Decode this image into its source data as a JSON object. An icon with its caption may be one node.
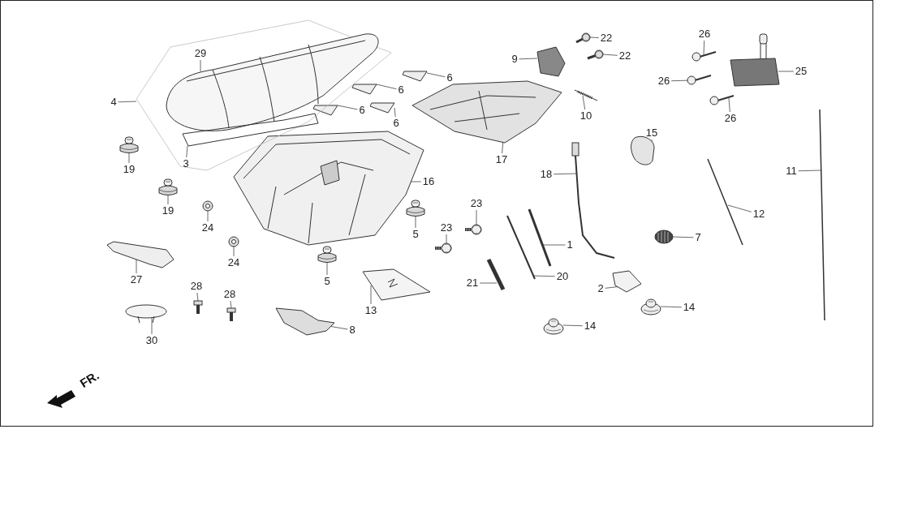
{
  "diagram": {
    "nodes": [
      {
        "text": [
          "29"
        ],
        "in": 43
      },
      {
        "text": [
          "4"
        ]
      },
      {
        "text": [
          "3"
        ],
        "in": 43
      },
      {
        "text": [
          "19"
        ]
      },
      {
        "text": [
          "19"
        ]
      },
      {
        "text": [
          "6"
        ]
      },
      {
        "text": [
          "6"
        ]
      },
      {
        "text": [
          "6"
        ]
      },
      {
        "text": [
          "6"
        ]
      },
      {
        "text": [
          "16"
        ]
      },
      {
        "text": [
          "24"
        ]
      },
      {
        "text": [
          "24"
        ]
      },
      {
        "text": [
          "27"
        ]
      },
      {
        "text": [
          "5"
        ]
      },
      {
        "text": [
          "5"
        ]
      },
      {
        "text": [
          "28"
        ]
      },
      {
        "text": [
          "28"
        ]
      },
      {
        "text": [
          "30"
        ]
      },
      {
        "text": [
          "8"
        ]
      },
      {
        "text": [
          "13"
        ]
      },
      {
        "text": [
          "23"
        ]
      },
      {
        "text": [
          "23"
        ]
      },
      {
        "text": [
          "9"
        ]
      },
      {
        "text": [
          "22"
        ]
      },
      {
        "text": [
          "22"
        ]
      },
      {
        "text": [
          "10"
        ]
      },
      {
        "text": [
          "17"
        ]
      },
      {
        "text": [
          "26"
        ]
      },
      {
        "text": [
          "26"
        ]
      },
      {
        "text": [
          "25"
        ]
      },
      {
        "text": [
          "26"
        ]
      },
      {
        "text": [
          "15"
        ]
      },
      {
        "text": [
          "18"
        ]
      },
      {
        "text": [
          "11"
        ]
      },
      {
        "text": [
          "12"
        ]
      },
      {
        "text": [
          "7"
        ]
      },
      {
        "text": [
          "1"
        ]
      },
      {
        "text": [
          "20"
        ]
      },
      {
        "text": [
          "21"
        ]
      },
      {
        "text": [
          "2"
        ]
      },
      {
        "text": [
          "14"
        ]
      },
      {
        "text": [
          "14"
        ]
      },
      {
        "text": [],
        "shape": "picture",
        "in": 43
      },
      {
        "text": [],
        "shape": "picture"
      },
      {
        "text": [],
        "shape": "picture",
        "in": 43
      },
      {
        "text": [],
        "shape": "picture"
      },
      {
        "text": [],
        "shape": "picture"
      },
      {
        "text": [],
        "shape": "picture"
      },
      {
        "text": [],
        "shape": "picture"
      },
      {
        "text": [],
        "shape": "picture"
      },
      {
        "text": [],
        "shape": "picture"
      },
      {
        "text": [],
        "shape": "picture"
      },
      {
        "text": [],
        "shape": "picture"
      },
      {
        "text": [],
        "shape": "picture"
      },
      {
        "text": [],
        "shape": "picture"
      },
      {
        "text": [],
        "shape": "picture"
      },
      {
        "text": [],
        "shape": "picture"
      },
      {
        "text": [],
        "shape": "picture"
      },
      {
        "text": [],
        "shape": "picture"
      },
      {
        "text": [],
        "shape": "picture"
      },
      {
        "text": [],
        "shape": "picture"
      },
      {
        "text": [],
        "shape": "picture"
      },
      {
        "text": [],
        "shape": "picture"
      },
      {
        "text": [],
        "shape": "picture"
      },
      {
        "text": [],
        "shape": "picture"
      },
      {
        "text": [],
        "shape": "picture"
      },
      {
        "text": [],
        "shape": "picture"
      },
      {
        "text": [],
        "shape": "picture"
      },
      {
        "text": [],
        "shape": "picture"
      },
      {
        "text": [],
        "shape": "picture"
      },
      {
        "text": [],
        "shape": "picture"
      },
      {
        "text": [],
        "shape": "picture"
      },
      {
        "text": [],
        "shape": "picture"
      },
      {
        "text": [],
        "shape": "picture"
      },
      {
        "text": [],
        "shape": "picture"
      },
      {
        "text": [],
        "shape": "picture"
      },
      {
        "text": [],
        "shape": "picture"
      },
      {
        "text": [],
        "shape": "picture"
      },
      {
        "text": [],
        "shape": "picture"
      },
      {
        "text": [],
        "shape": "picture"
      },
      {
        "text": [],
        "shape": "picture"
      },
      {
        "text": [],
        "shape": "picture"
      },
      {
        "text": [],
        "shape": "picture"
      },
      {
        "text": [],
        "shape": "picture"
      }
    ],
    "edges": [
      {
        "from": 0,
        "to": 42,
        "arrow": "none"
      },
      {
        "from": 1,
        "to": 43,
        "arrow": "none"
      },
      {
        "from": 2,
        "to": 44,
        "arrow": "none"
      },
      {
        "from": 3,
        "to": 45,
        "arrow": "none"
      },
      {
        "from": 4,
        "to": 46,
        "arrow": "none"
      },
      {
        "from": 5,
        "to": 47,
        "arrow": "none"
      },
      {
        "from": 6,
        "to": 48,
        "arrow": "none"
      },
      {
        "from": 7,
        "to": 49,
        "arrow": "none"
      },
      {
        "from": 8,
        "to": 50,
        "arrow": "none"
      },
      {
        "from": 9,
        "to": 51,
        "arrow": "none"
      },
      {
        "from": 10,
        "to": 52,
        "arrow": "none"
      },
      {
        "from": 11,
        "to": 53,
        "arrow": "none"
      },
      {
        "from": 12,
        "to": 54,
        "arrow": "none"
      },
      {
        "from": 13,
        "to": 55,
        "arrow": "none"
      },
      {
        "from": 14,
        "to": 56,
        "arrow": "none"
      },
      {
        "from": 15,
        "to": 57,
        "arrow": "none"
      },
      {
        "from": 16,
        "to": 58,
        "arrow": "none"
      },
      {
        "from": 17,
        "to": 59,
        "arrow": "none"
      },
      {
        "from": 18,
        "to": 60,
        "arrow": "none"
      },
      {
        "from": 19,
        "to": 61,
        "arrow": "none"
      },
      {
        "from": 20,
        "to": 62,
        "arrow": "none"
      },
      {
        "from": 21,
        "to": 63,
        "arrow": "none"
      },
      {
        "from": 22,
        "to": 64,
        "arrow": "none"
      },
      {
        "from": 23,
        "to": 65,
        "arrow": "none"
      },
      {
        "from": 24,
        "to": 66,
        "arrow": "none"
      },
      {
        "from": 25,
        "to": 67,
        "arrow": "none"
      },
      {
        "from": 26,
        "to": 68,
        "arrow": "none"
      },
      {
        "from": 27,
        "to": 69,
        "arrow": "none"
      },
      {
        "from": 28,
        "to": 70,
        "arrow": "none"
      },
      {
        "from": 29,
        "to": 71,
        "arrow": "none"
      },
      {
        "from": 30,
        "to": 72,
        "arrow": "none"
      },
      {
        "from": 31,
        "to": 73,
        "arrow": "none"
      },
      {
        "from": 32,
        "to": 74,
        "arrow": "none"
      },
      {
        "from": 33,
        "to": 75,
        "arrow": "none"
      },
      {
        "from": 34,
        "to": 76,
        "arrow": "none"
      },
      {
        "from": 35,
        "to": 77,
        "arrow": "none"
      },
      {
        "from": 36,
        "to": 78,
        "arrow": "none"
      },
      {
        "from": 37,
        "to": 79,
        "arrow": "none"
      },
      {
        "from": 38,
        "to": 80,
        "arrow": "none"
      },
      {
        "from": 39,
        "to": 81,
        "arrow": "none"
      },
      {
        "from": 40,
        "to": 82,
        "arrow": "none"
      },
      {
        "from": 41,
        "to": 83,
        "arrow": "none"
      }
    ],
    "labels": [
      "FR."
    ]
  }
}
